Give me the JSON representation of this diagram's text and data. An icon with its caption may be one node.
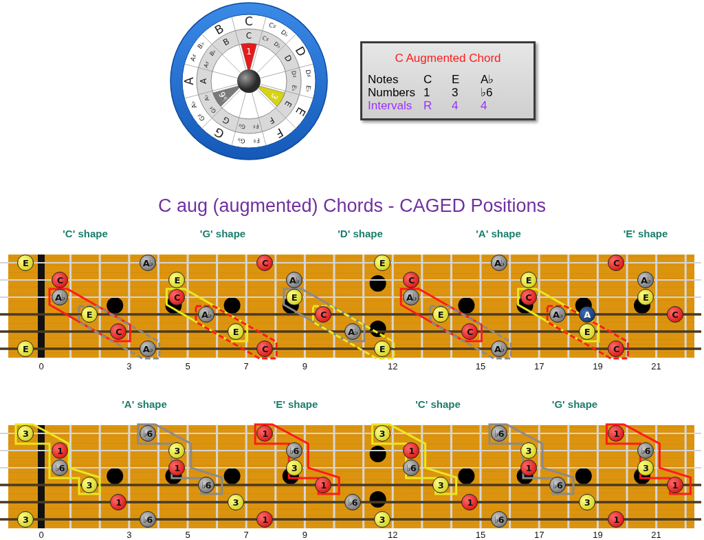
{
  "diagram": {
    "title": "C aug (augmented) Chords - CAGED Positions",
    "nodes": [
      {
        "text": [
          "C Augmented Chord",
          "Notes",
          "C",
          "E",
          "A♭",
          "Numbers",
          "1",
          "3",
          "♭6",
          "Intervals",
          "R",
          "4",
          "4"
        ]
      },
      {
        "text": [
          "E"
        ]
      },
      {
        "text": [
          "A♭"
        ]
      },
      {
        "text": [
          "C"
        ]
      },
      {
        "text": [
          "E"
        ]
      },
      {
        "text": [
          "A♭"
        ]
      },
      {
        "text": [
          "C"
        ]
      },
      {
        "text": [
          "C"
        ]
      },
      {
        "text": [
          "E"
        ]
      },
      {
        "text": [
          "A♭"
        ]
      },
      {
        "text": [
          "C"
        ]
      },
      {
        "text": [
          "E"
        ]
      },
      {
        "text": [
          "A♭"
        ]
      },
      {
        "text": [
          "A♭"
        ]
      },
      {
        "text": [
          "C"
        ]
      },
      {
        "text": [
          "E"
        ]
      },
      {
        "text": [
          "A♭"
        ]
      },
      {
        "text": [
          "C"
        ]
      },
      {
        "text": [
          "E"
        ]
      },
      {
        "text": [
          "E"
        ]
      },
      {
        "text": [
          "A♭"
        ]
      },
      {
        "text": [
          "C"
        ]
      },
      {
        "text": [
          "E"
        ]
      },
      {
        "text": [
          "A♭"
        ]
      },
      {
        "text": [
          "A"
        ]
      },
      {
        "text": [
          "C"
        ]
      },
      {
        "text": [
          "C"
        ]
      },
      {
        "text": [
          "E"
        ]
      },
      {
        "text": [
          "A♭"
        ]
      },
      {
        "text": [
          "C"
        ]
      },
      {
        "text": [
          "E"
        ]
      },
      {
        "text": [
          "E"
        ]
      },
      {
        "text": [
          "A♭"
        ]
      },
      {
        "text": [
          "C"
        ]
      },
      {
        "text": [
          "E"
        ]
      },
      {
        "text": [
          "A♭"
        ]
      },
      {
        "text": [
          "C"
        ]
      },
      {
        "text": [
          "3"
        ]
      },
      {
        "text": [
          "♭6"
        ]
      },
      {
        "text": [
          "1"
        ]
      },
      {
        "text": [
          "3"
        ]
      },
      {
        "text": [
          "♭6"
        ]
      },
      {
        "text": [
          "1"
        ]
      },
      {
        "text": [
          "1"
        ]
      },
      {
        "text": [
          "3"
        ]
      },
      {
        "text": [
          "♭6"
        ]
      },
      {
        "text": [
          "1"
        ]
      },
      {
        "text": [
          "3"
        ]
      },
      {
        "text": [
          "♭6"
        ]
      },
      {
        "text": [
          "♭6"
        ]
      },
      {
        "text": [
          "1"
        ]
      },
      {
        "text": [
          "3"
        ]
      },
      {
        "text": [
          "♭6"
        ]
      },
      {
        "text": [
          "1"
        ]
      },
      {
        "text": [
          "3"
        ]
      },
      {
        "text": [
          "3"
        ]
      },
      {
        "text": [
          "♭6"
        ]
      },
      {
        "text": [
          "1"
        ]
      },
      {
        "text": [
          "3"
        ]
      },
      {
        "text": [
          "♭6"
        ]
      },
      {
        "text": [
          "1"
        ]
      },
      {
        "text": [
          "1"
        ]
      },
      {
        "text": [
          "3"
        ]
      },
      {
        "text": [
          "♭6"
        ]
      },
      {
        "text": [
          "1"
        ]
      },
      {
        "text": [
          "3"
        ]
      },
      {
        "text": [
          "3"
        ]
      },
      {
        "text": [
          "♭6"
        ]
      },
      {
        "text": [
          "1"
        ]
      },
      {
        "text": [
          "3"
        ]
      },
      {
        "text": [
          "♭6"
        ]
      },
      {
        "text": [
          "1"
        ]
      }
    ],
    "labels": [
      "C",
      "C♯",
      "D♭",
      "D",
      "D♯",
      "E♭",
      "E",
      "F",
      "G♭",
      "F♯",
      "G",
      "G♯",
      "A♭",
      "A",
      "A♯",
      "B♭",
      "B",
      "C",
      "C♯",
      "D♭",
      "D",
      "D♯",
      "E♭",
      "E",
      "F",
      "G♭",
      "F♯",
      "G",
      "G♯",
      "A♭",
      "A",
      "A♯",
      "B♭",
      "B",
      "1",
      "3",
      "♭6",
      "'C' shape",
      "'G' shape",
      "'D' shape",
      "'A' shape",
      "'E' shape",
      "0",
      "3",
      "5",
      "7",
      "9",
      "12",
      "15",
      "17",
      "19",
      "21",
      "'A' shape",
      "'E' shape",
      "'C' shape",
      "'G' shape",
      "0",
      "3",
      "5",
      "7",
      "9",
      "12",
      "15",
      "17",
      "19",
      "21"
    ]
  }
}
